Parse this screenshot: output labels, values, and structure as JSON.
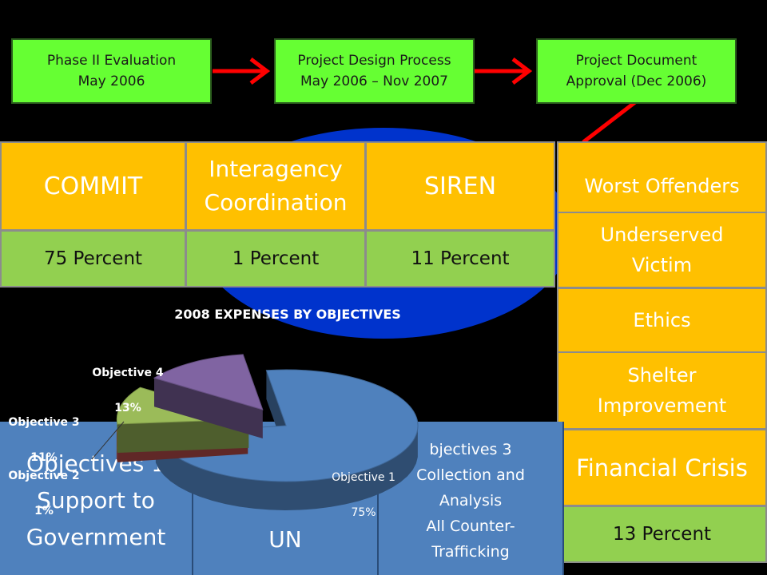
{
  "flow": {
    "step1": "Phase II Evaluation\nMay 2006",
    "step2": "Project Design Process\nMay 2006 – Nov 2007",
    "step3": "Project Document\nApproval (Dec 2006)"
  },
  "top_boxes": {
    "commit": "COMMIT",
    "interagency": "Interagency\nCoordination",
    "siren": "SIREN",
    "commit_pct": "75 Percent",
    "interagency_pct": "1 Percent",
    "siren_pct": "11 Percent"
  },
  "right_column": {
    "worst_offenders": "Worst Offenders",
    "underserved": "Underserved\nVictim",
    "ethics": "Ethics",
    "shelter": "Shelter\nImprovement",
    "financial_crisis": "Financial Crisis",
    "financial_pct": "13 Percent"
  },
  "bottom_boxes": {
    "obj1": "Objectives 1\nSupport to\nGovernment",
    "obj2": "UN",
    "obj3": "bjectives 3\nCollection and\nAnalysis\nAll Counter-\nTrafficking"
  },
  "colors": {
    "phase_green": "#66ff33",
    "gold": "#ffc000",
    "pct_green": "#92d050",
    "blue_panel": "#4f81bd",
    "ellipse_blue": "#0033cc",
    "arrow_red": "#ff0000"
  },
  "chart_data": {
    "type": "pie",
    "title": "2008 EXPENSES BY OBJECTIVES",
    "categories": [
      "Objective 1",
      "Objective 2",
      "Objective 3",
      "Objective 4"
    ],
    "values": [
      75,
      1,
      11,
      13
    ],
    "value_labels": [
      "75%",
      "1%",
      "11%",
      "13%"
    ],
    "colors": [
      "#4f81bd",
      "#c0504d",
      "#9bbb59",
      "#8064a2"
    ],
    "exploded": true,
    "style": "3d"
  }
}
